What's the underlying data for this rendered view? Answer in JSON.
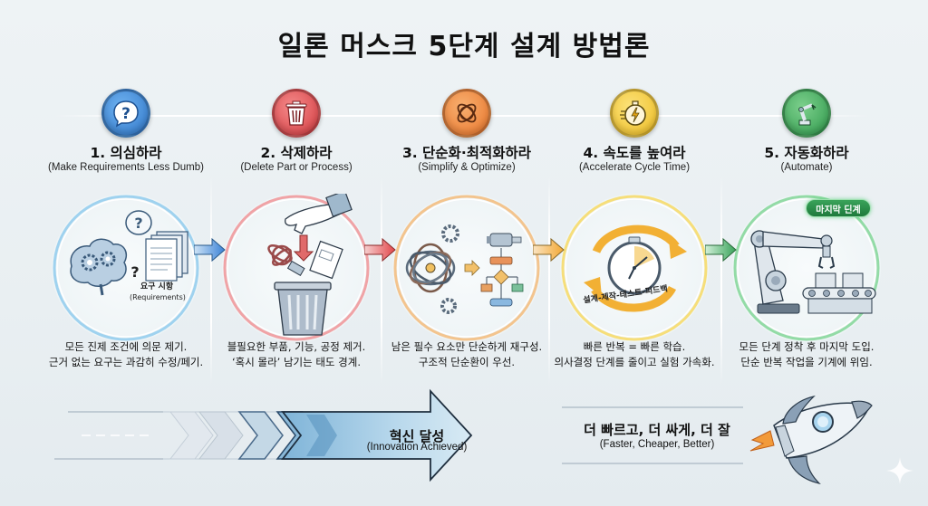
{
  "title": "일론 머스크 5단계 설계 방법론",
  "colors": {
    "step1": "#3b82d6",
    "step2": "#e2474b",
    "step3": "#f08a2e",
    "step4": "#f2c230",
    "step5": "#3aa35a",
    "background": "#eaf0f3",
    "text": "#111111"
  },
  "steps": [
    {
      "number": 1,
      "title": "1. 의심하라",
      "subtitle": "(Make Requirements Less Dumb)",
      "icon": "question-bubble-icon",
      "illustration": "brain-gears-and-documents",
      "illustration_label": "요구 시항",
      "illustration_label_en": "(Requirements)",
      "description": [
        "모든 진제 조건에 의문 제기.",
        "근거 없는 요구는 과감히 수정/페기."
      ]
    },
    {
      "number": 2,
      "title": "2. 삭제하라",
      "subtitle": "(Delete Part or Process)",
      "icon": "trash-can-icon",
      "illustration": "hand-dropping-parts-into-trash",
      "description": [
        "블필요한 부품, 기능, 공정 제거.",
        "‘혹시 몰라’ 남기는 태도 경계."
      ]
    },
    {
      "number": 3,
      "title": "3. 단순화·최적화하라",
      "subtitle": "(Simplify & Optimize)",
      "icon": "tangled-knot-icon",
      "illustration": "tangle-to-flowchart",
      "description": [
        "남은 필수 요소만 단순하게 재구성.",
        "구조적 단순환이 우선."
      ]
    },
    {
      "number": 4,
      "title": "4. 속도를 높여라",
      "subtitle": "(Accelerate Cycle Time)",
      "icon": "stopwatch-lightning-icon",
      "illustration": "stopwatch-cycle",
      "illustration_label": "설계-제작-테스트-피드백",
      "description": [
        "빠른 반복 = 빠른 학습.",
        "의사결정 단계를 줄이고 실험 가속화."
      ]
    },
    {
      "number": 5,
      "title": "5. 자동화하라",
      "subtitle": "(Automate)",
      "icon": "robot-arm-icon",
      "illustration": "robot-arm-conveyor",
      "badge": "마지막 딘계",
      "description": [
        "모든 단계 정착 후 마지막 도입.",
        "단순 반복 작업을 기계에 위임."
      ]
    }
  ],
  "bottom": {
    "innovation_title": "혁신 달성",
    "innovation_subtitle": "(Innovation Achieved)",
    "result_title": "더 빠르고, 더 싸게, 더 잘",
    "result_subtitle": "(Faster, Cheaper, Better)",
    "icon": "rocket-icon"
  }
}
